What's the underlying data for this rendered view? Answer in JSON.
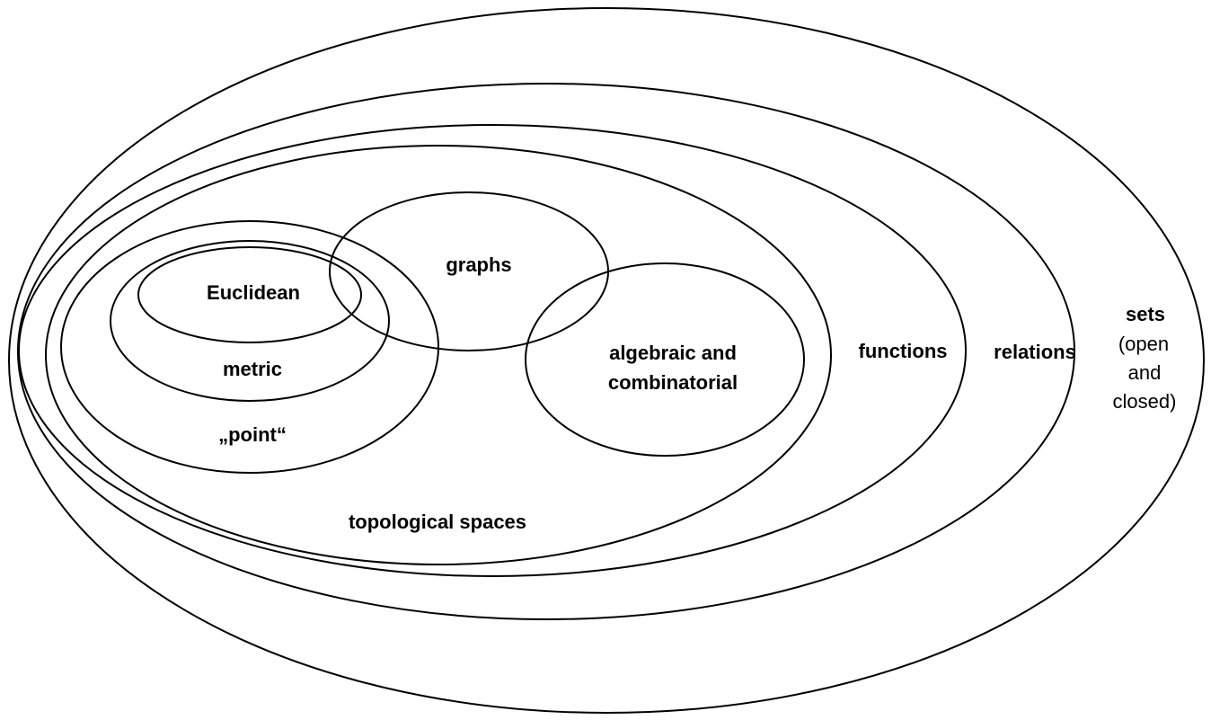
{
  "diagram": {
    "type": "nested-set-diagram",
    "stroke_color": "#000000",
    "background_color": "#ffffff",
    "labels": {
      "sets": "sets",
      "sets_note_line1": "(open",
      "sets_note_line2": "and",
      "sets_note_line3": "closed)",
      "relations": "relations",
      "functions": "functions",
      "topological_spaces": "topological spaces",
      "point": "„point“",
      "metric": "metric",
      "euclidean": "Euclidean",
      "graphs": "graphs",
      "algebraic_line1": "algebraic and",
      "algebraic_line2": "combinatorial"
    }
  }
}
